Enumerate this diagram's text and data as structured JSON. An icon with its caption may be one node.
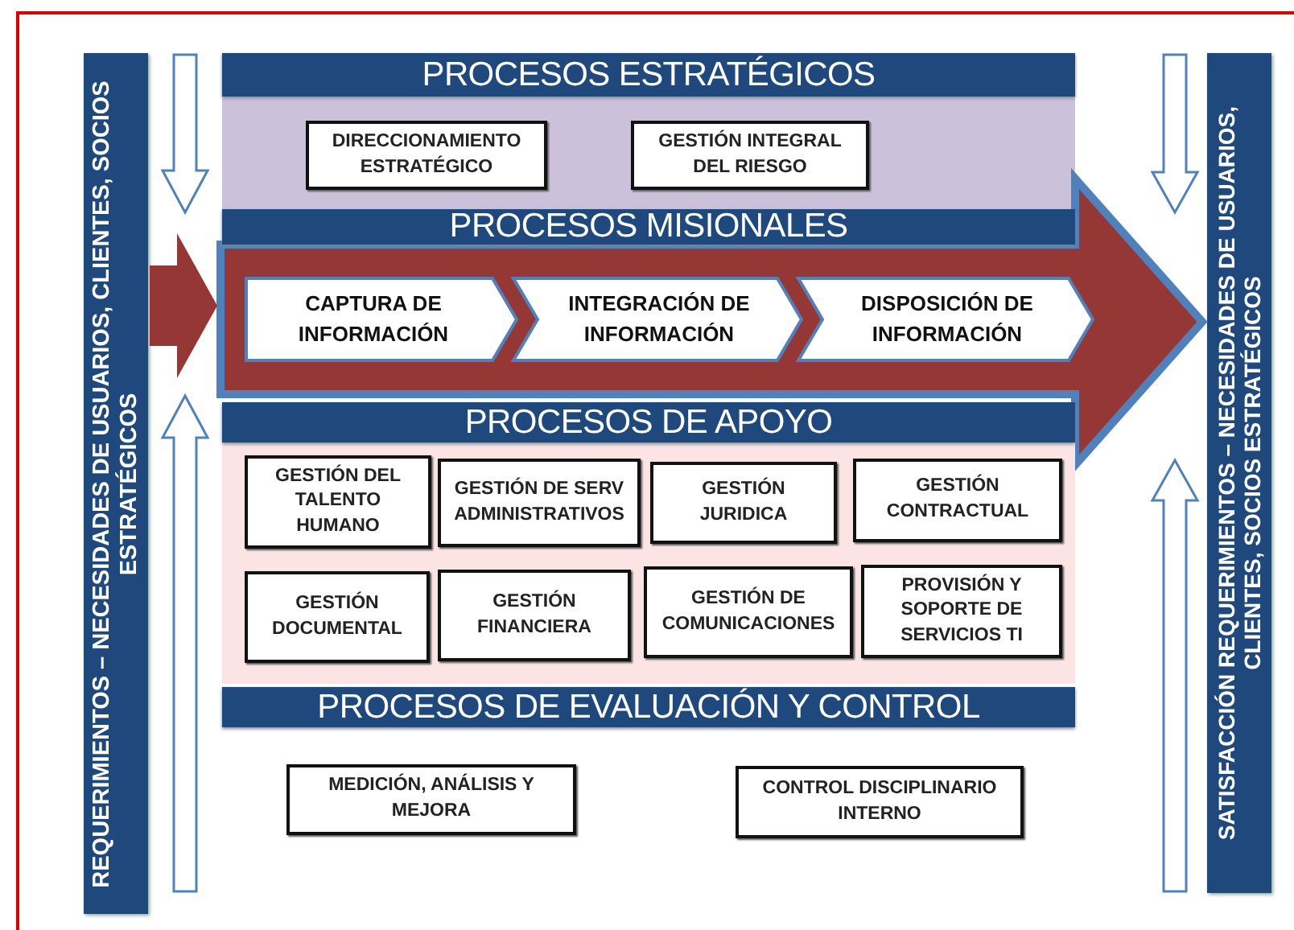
{
  "diagram": {
    "nodes": [
      {
        "text": [
          "REQUERIMIENTOS – NECESIDADES DE USUARIOS, CLIENTES, SOCIOS ESTRATÉGICOS"
        ]
      },
      {
        "text": [
          "SATISFACCIÓN REQUERIMIENTOS – NECESIDADES DE USUARIOS, CLIENTES, SOCIOS ESTRATÉGICOS"
        ]
      },
      {
        "text": [],
        "shape": "box"
      },
      {
        "text": [
          "PROCESOS ESTRATÉGICOS"
        ],
        "in": 2
      },
      {
        "text": [
          "DIRECCIONAMIENTO ESTRATÉGICO"
        ],
        "in": 2
      },
      {
        "text": [
          "GESTIÓN INTEGRAL DEL RIESGO"
        ],
        "in": 2
      },
      {
        "text": [],
        "shape": "arrow"
      },
      {
        "text": [
          "PROCESOS MISIONALES"
        ],
        "in": 6
      },
      {
        "text": [
          "CAPTURA DE INFORMACIÓN"
        ],
        "in": 6
      },
      {
        "text": [
          "INTEGRACIÓN DE INFORMACIÓN"
        ],
        "in": 6
      },
      {
        "text": [
          "DISPOSICIÓN DE INFORMACIÓN"
        ],
        "in": 6
      },
      {
        "text": [],
        "shape": "box"
      },
      {
        "text": [
          "PROCESOS DE APOYO"
        ],
        "in": 11
      },
      {
        "text": [
          "GESTIÓN DEL TALENTO HUMANO"
        ],
        "in": 11
      },
      {
        "text": [
          "GESTIÓN DE SERV ADMINISTRATIVOS"
        ],
        "in": 11
      },
      {
        "text": [
          "GESTIÓN JURIDICA"
        ],
        "in": 11
      },
      {
        "text": [
          "GESTIÓN CONTRACTUAL"
        ],
        "in": 11
      },
      {
        "text": [
          "GESTIÓN DOCUMENTAL"
        ],
        "in": 11
      },
      {
        "text": [
          "GESTIÓN FINANCIERA"
        ],
        "in": 11
      },
      {
        "text": [
          "GESTIÓN DE COMUNICACIONES"
        ],
        "in": 11
      },
      {
        "text": [
          "PROVISIÓN Y SOPORTE DE SERVICIOS TI"
        ],
        "in": 11
      },
      {
        "text": [
          "PROCESOS DE EVALUACIÓN Y CONTROL"
        ]
      },
      {
        "text": [
          "MEDICIÓN, ANÁLISIS Y MEJORA"
        ]
      },
      {
        "text": [
          "CONTROL DISCIPLINARIO INTERNO"
        ]
      }
    ],
    "edges": [
      {
        "from": 0,
        "to": 6,
        "arrow": "to"
      },
      {
        "from": null,
        "to": 6,
        "arrow": "to"
      },
      {
        "from": null,
        "to": 6,
        "arrow": "to"
      }
    ]
  }
}
